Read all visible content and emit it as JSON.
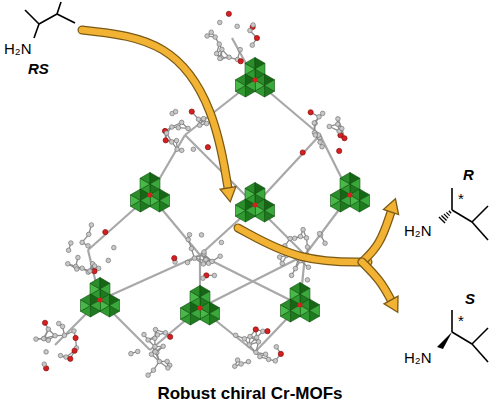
{
  "diagram": {
    "caption": "Robust chiral Cr-MOFs",
    "labels": [
      "H₂N",
      "RS",
      "H₂N",
      "*",
      "R",
      "H₂N",
      "*",
      "S"
    ]
  }
}
